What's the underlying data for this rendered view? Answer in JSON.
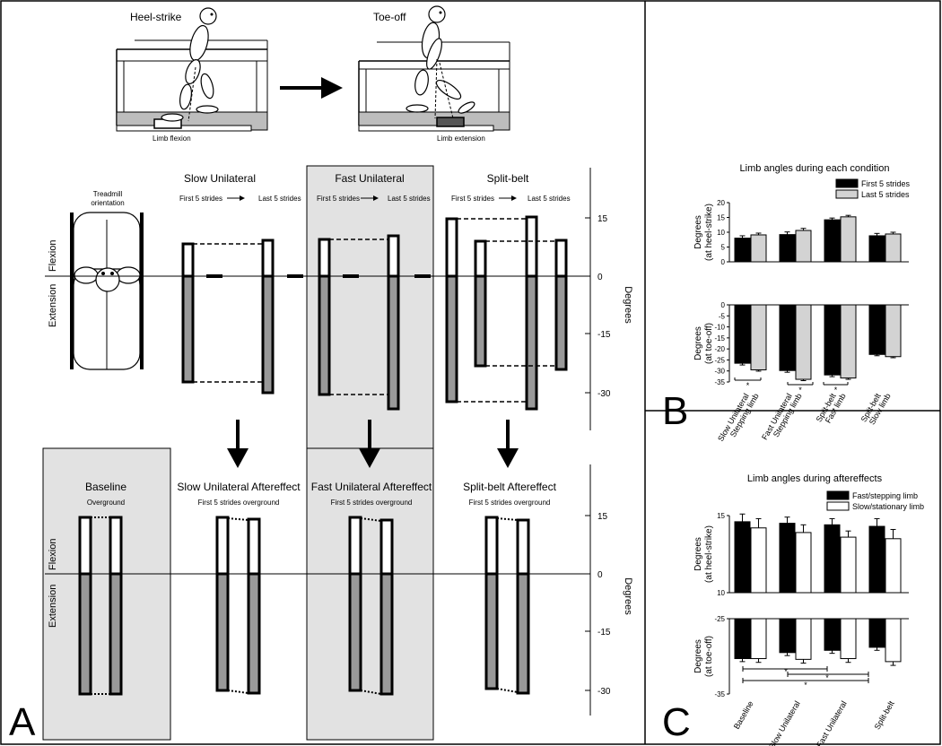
{
  "panel_labels": {
    "a": "A",
    "b": "B",
    "c": "C"
  },
  "top": {
    "heel_strike": "Heel-strike",
    "toe_off": "Toe-off",
    "limb_flexion": "Limb flexion",
    "limb_extension": "Limb extension"
  },
  "conditions": {
    "treadmill_line1": "Treadmill",
    "treadmill_line2": "orientation",
    "slow_unilateral": "Slow Unilateral",
    "fast_unilateral": "Fast Unilateral",
    "split_belt": "Split-belt",
    "first5": "First 5 strides",
    "last5": "Last 5 strides"
  },
  "aftereffects": {
    "baseline": "Baseline",
    "overground": "Overground",
    "slow": "Slow Unilateral Aftereffect",
    "fast": "Fast Unilateral Aftereffect",
    "split": "Split-belt Aftereffect",
    "first5_overground": "First 5 strides overground"
  },
  "axis": {
    "flexion": "Flexion",
    "extension": "Extension",
    "degrees": "Degrees",
    "ticks_upper": [
      "15",
      "0",
      "-15",
      "-30"
    ],
    "ticks_lower": [
      "15",
      "0",
      "-15",
      "-30"
    ]
  },
  "chart_data": [
    {
      "type": "bar",
      "title": "Limb angles during each condition",
      "ylabel": "Degrees (at heel-strike)",
      "ylim": [
        0,
        20
      ],
      "yticks": [
        "20",
        "15",
        "10",
        "5",
        "0"
      ],
      "categories": [
        "Slow Unilateral Stepping limb",
        "Fast Unilateral Stepping limb",
        "Split-belt Fast limb",
        "Split-belt Slow limb"
      ],
      "series": [
        {
          "name": "First 5 strides",
          "color": "#000000",
          "values": [
            8,
            9.2,
            14.2,
            8.8
          ],
          "err": [
            0.8,
            0.9,
            0.6,
            0.8
          ]
        },
        {
          "name": "Last 5 strides",
          "color": "#d3d3d3",
          "values": [
            9.1,
            10.6,
            15.2,
            9.4
          ],
          "err": [
            0.6,
            0.7,
            0.5,
            0.6
          ]
        }
      ],
      "legend": "top-right"
    },
    {
      "type": "bar",
      "ylabel": "Degrees (at toe-off)",
      "ylim": [
        -35,
        0
      ],
      "yticks": [
        "0",
        "-5",
        "-10",
        "-15",
        "-20",
        "-25",
        "-30",
        "-35"
      ],
      "categories": [
        "Slow Unilateral Stepping limb",
        "Fast Unilateral Stepping limb",
        "Split-belt Fast limb",
        "Split-belt Slow limb"
      ],
      "series": [
        {
          "name": "First 5 strides",
          "color": "#000000",
          "values": [
            -26.5,
            -29.8,
            -31.8,
            -22.5
          ],
          "err": [
            0.8,
            0.8,
            0.8,
            0.6
          ]
        },
        {
          "name": "Last 5 strides",
          "color": "#d3d3d3",
          "values": [
            -29.5,
            -33.8,
            -33.2,
            -23.5
          ],
          "err": [
            0.6,
            0.6,
            0.6,
            0.5
          ]
        }
      ],
      "annotations": [
        "*",
        "*",
        "*"
      ],
      "xtick_lines": [
        [
          "Slow Unilateral",
          "Stepping limb"
        ],
        [
          "Fast Unilateral",
          "Stepping limb"
        ],
        [
          "Split-belt",
          "Fast limb"
        ],
        [
          "Split-belt",
          "Slow limb"
        ]
      ]
    },
    {
      "type": "bar",
      "title": "Limb angles during aftereffects",
      "ylabel": "Degrees (at heel-strike)",
      "ylim": [
        10,
        15
      ],
      "yticks": [
        "15",
        "10"
      ],
      "categories": [
        "Baseline",
        "Slow Unilateral",
        "Fast Unilateral",
        "Split-belt"
      ],
      "series": [
        {
          "name": "Fast/stepping limb",
          "color": "#000000",
          "values": [
            14.6,
            14.5,
            14.4,
            14.3
          ],
          "err": [
            0.5,
            0.4,
            0.4,
            0.5
          ]
        },
        {
          "name": "Slow/stationary limb",
          "color": "#ffffff",
          "values": [
            14.2,
            13.9,
            13.6,
            13.5
          ],
          "err": [
            0.6,
            0.5,
            0.4,
            0.6
          ]
        }
      ],
      "legend": "top-right"
    },
    {
      "type": "bar",
      "ylabel": "Degrees (at toe-off)",
      "ylim": [
        -35,
        -25
      ],
      "yticks": [
        "-25",
        "-35"
      ],
      "categories": [
        "Baseline",
        "Slow Unilateral",
        "Fast Unilateral",
        "Split-belt"
      ],
      "series": [
        {
          "name": "Fast/stepping limb",
          "color": "#000000",
          "values": [
            -30.3,
            -29.5,
            -29.2,
            -28.8
          ],
          "err": [
            0.4,
            0.4,
            0.4,
            0.4
          ]
        },
        {
          "name": "Slow/stationary limb",
          "color": "#ffffff",
          "values": [
            -30.3,
            -30.4,
            -30.3,
            -30.7
          ],
          "err": [
            0.5,
            0.5,
            0.5,
            0.5
          ]
        }
      ],
      "annotations": [
        "*",
        "*",
        "*"
      ]
    }
  ]
}
